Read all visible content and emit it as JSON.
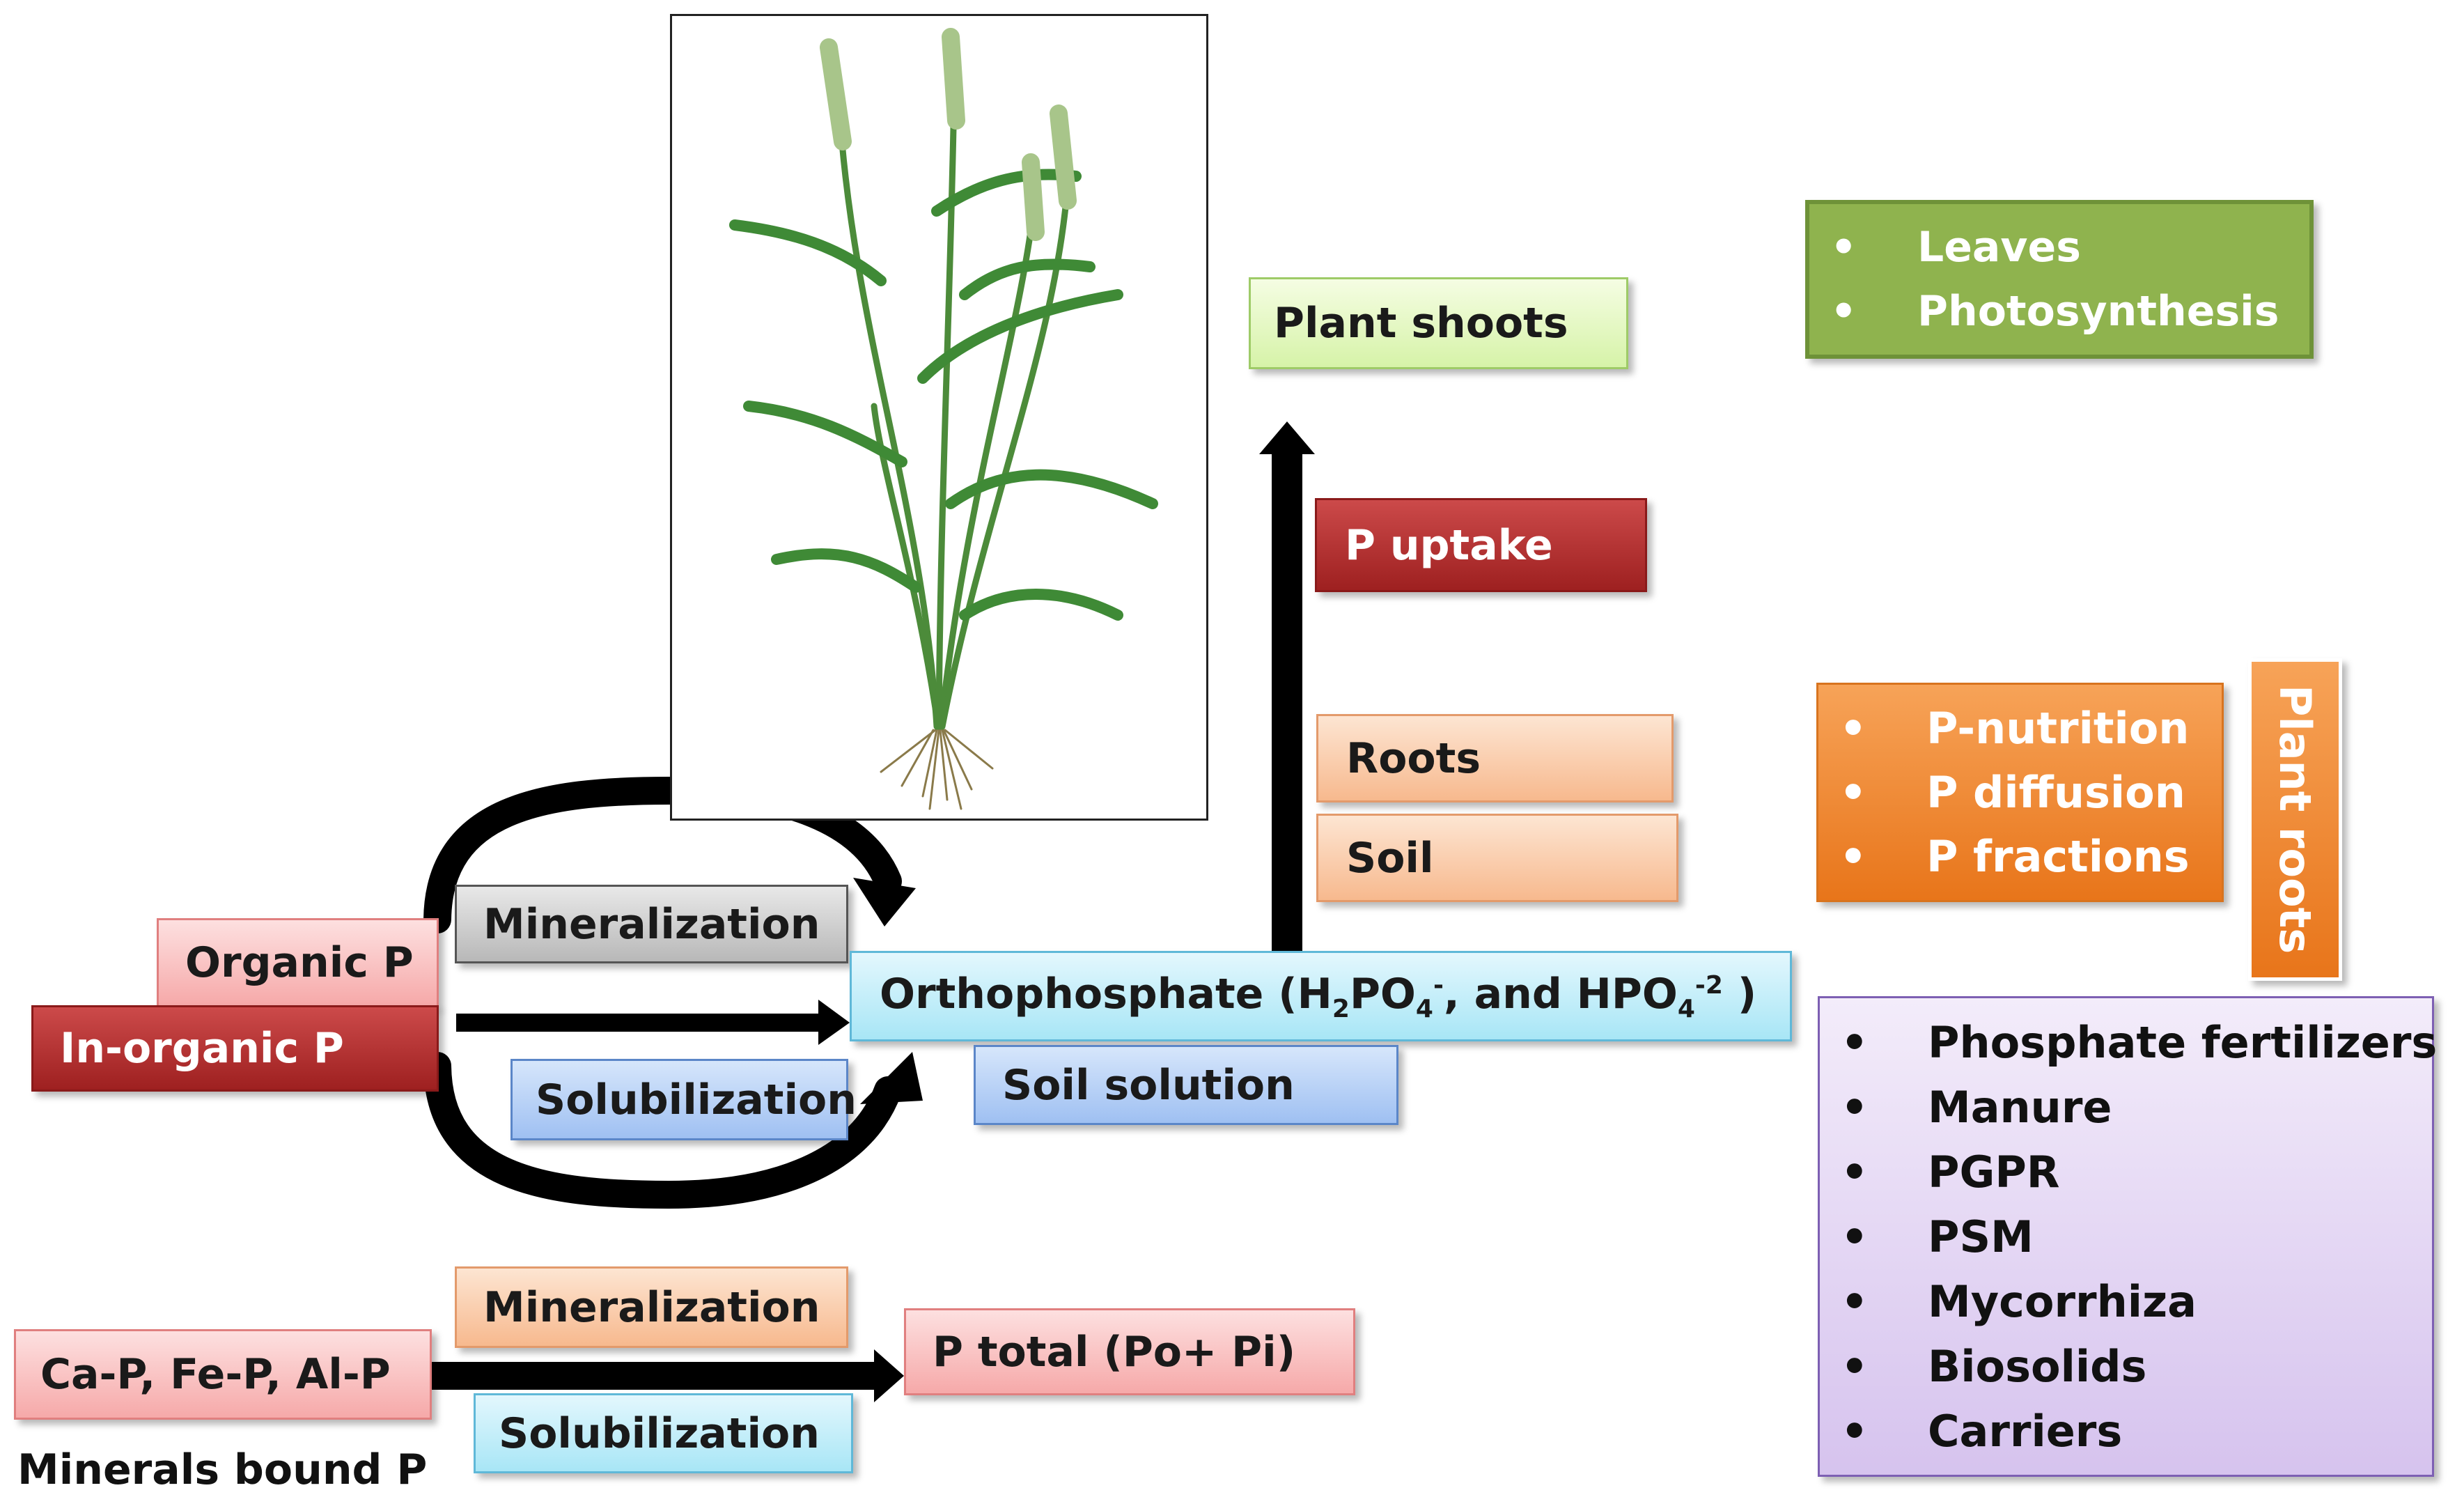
{
  "pool": {
    "organic_p": "Organic  P",
    "inorganic_p": "In-organic  P",
    "mineralization": "Mineralization",
    "solubilization": "Solubilization"
  },
  "soil": {
    "ortho_prefix": "Orthophosphate  (H",
    "ortho_sub1": "2",
    "ortho_po4": "PO",
    "ortho_sub2": "4",
    "ortho_sup1": "-",
    "ortho_mid": ", and  HPO",
    "ortho_sub3": "4",
    "ortho_sup2": "-2",
    "ortho_suffix": " )",
    "soil_solution": "Soil solution"
  },
  "minerals": {
    "cafeal": "Ca-P,  Fe-P,  Al-P",
    "mineralization": "Mineralization",
    "solubilization": "Solubilization",
    "p_total": "P total (Po+ Pi)",
    "label": "Minerals  bound  P"
  },
  "plant": {
    "shoots": "Plant shoots",
    "uptake": "P uptake",
    "roots": "Roots",
    "soil": "Soil"
  },
  "leaves_list": [
    "Leaves",
    "Photosynthesis"
  ],
  "roots_list": [
    "P-nutrition",
    "P diffusion",
    "P fractions"
  ],
  "roots_side_label": "Plant roots",
  "sources_list": [
    "Phosphate  fertilizers",
    "Manure",
    "PGPR",
    "PSM",
    "Mycorrhiza",
    "Biosolids",
    "Carriers"
  ]
}
